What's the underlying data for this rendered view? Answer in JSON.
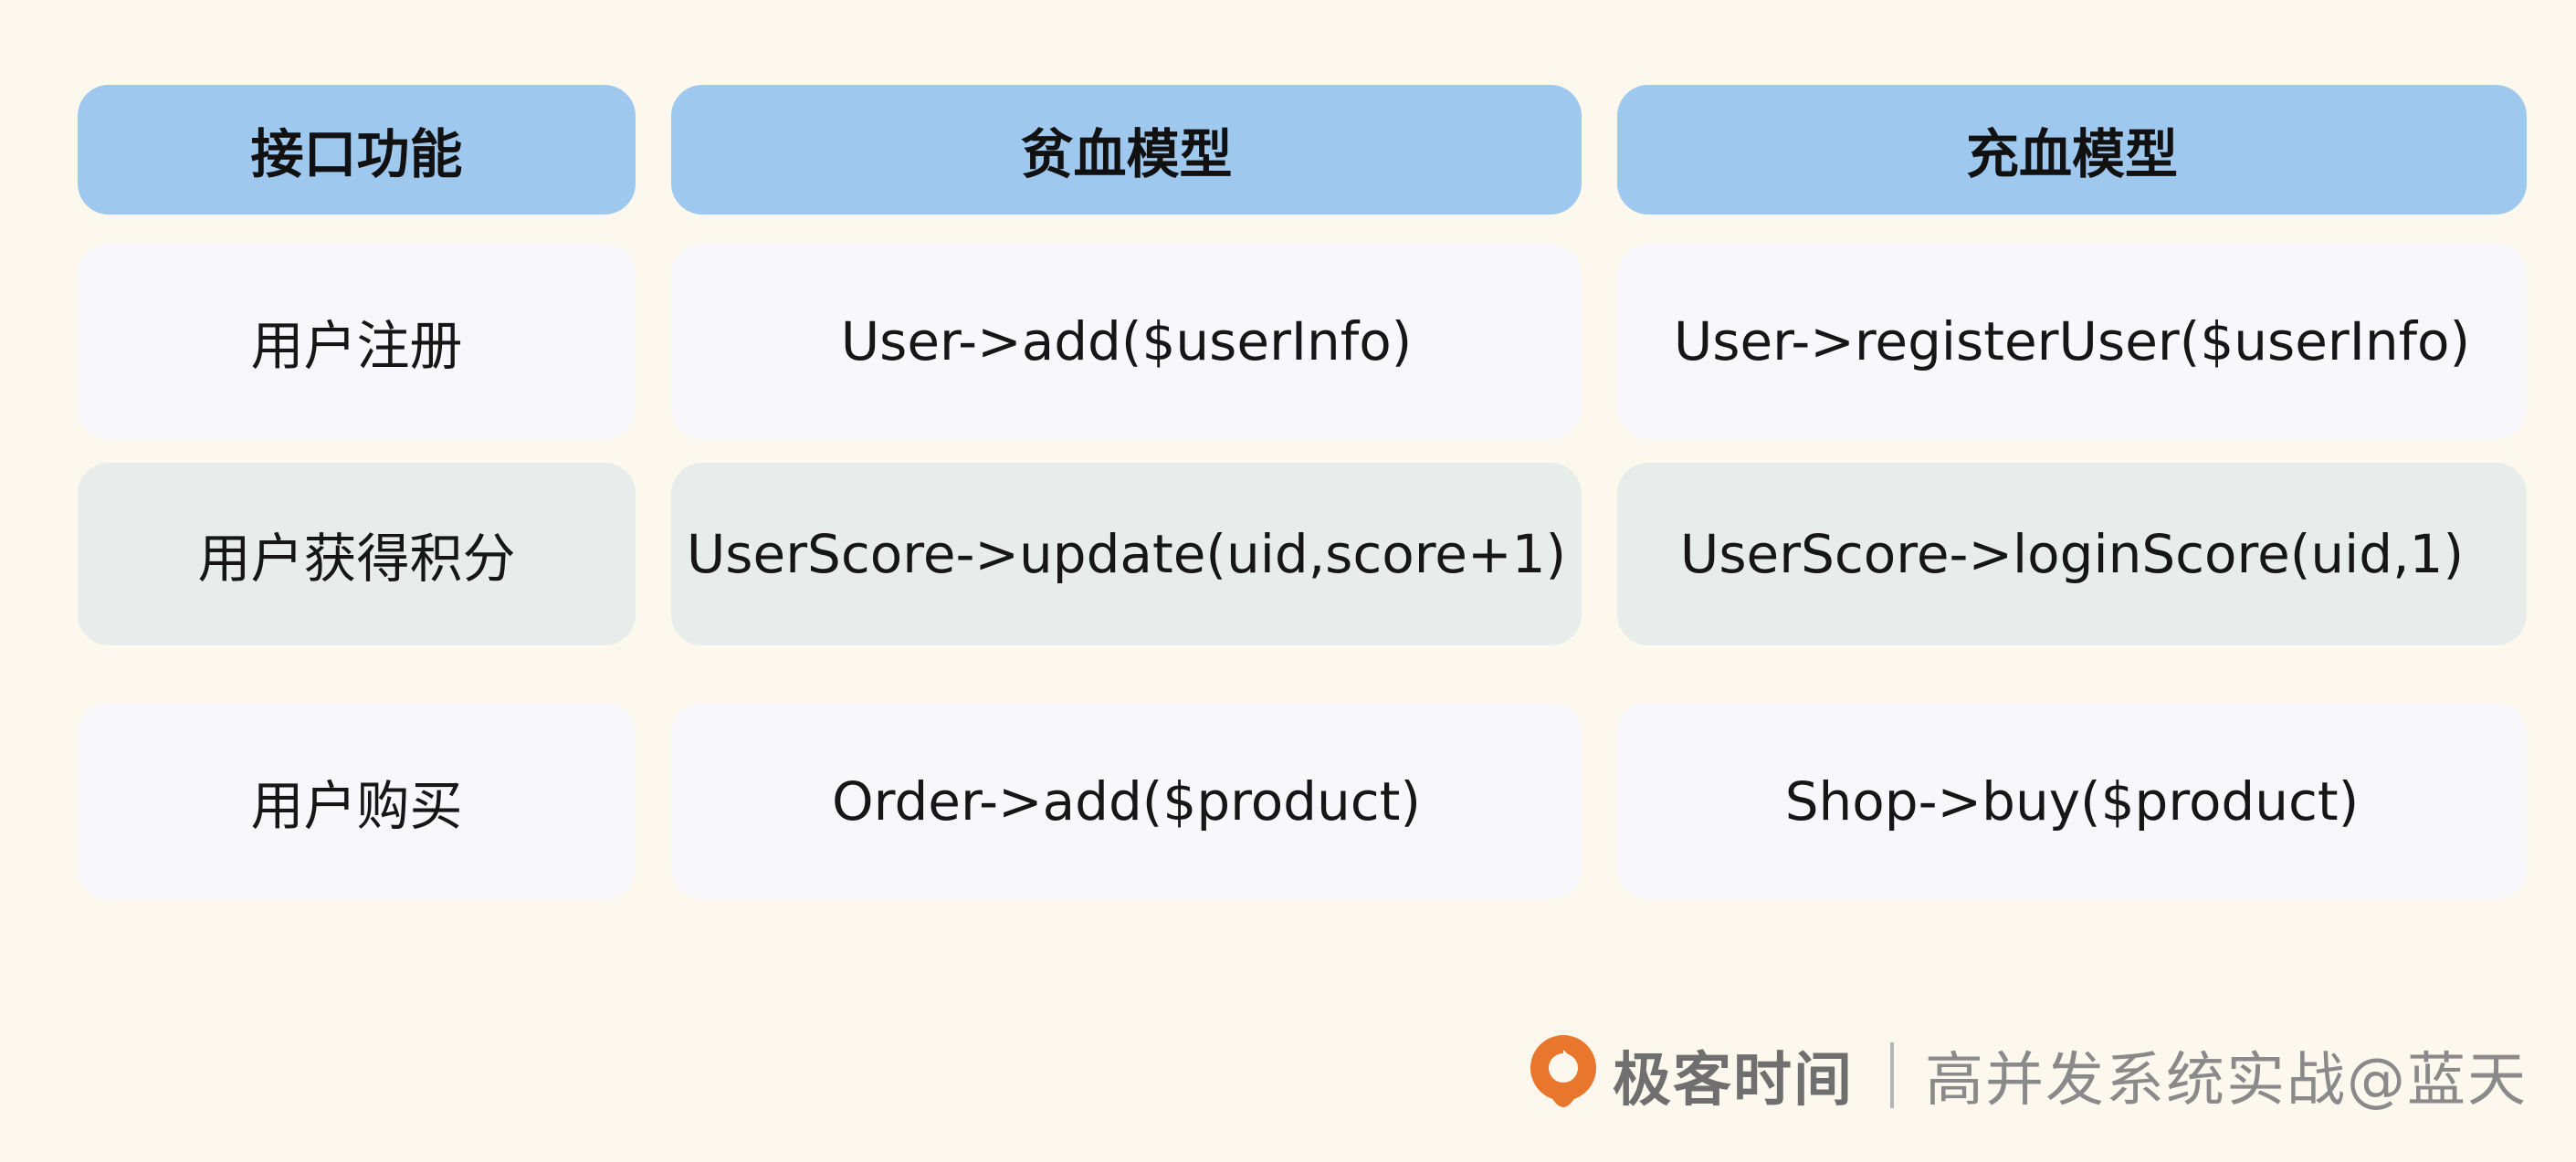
{
  "table": {
    "headers": [
      "接口功能",
      "贫血模型",
      "充血模型"
    ],
    "rows": [
      [
        "用户注册",
        "User->add($userInfo)",
        "User->registerUser($userInfo)"
      ],
      [
        "用户获得积分",
        "UserScore->update(uid,score+1)",
        "UserScore->loginScore(uid,1)"
      ],
      [
        "用户购买",
        "Order->add($product)",
        "Shop->buy($product)"
      ]
    ]
  },
  "footer": {
    "logo_icon": "geektime-logo-icon",
    "brand": "极客时间",
    "course": "高并发系统实战@蓝天"
  },
  "colors": {
    "background": "#fcf8ee",
    "header_fill": "#9fc8ee",
    "row_fill_light": "#f7f7fc",
    "row_fill_grey": "#e8ecea",
    "logo_orange": "#e8762c"
  }
}
